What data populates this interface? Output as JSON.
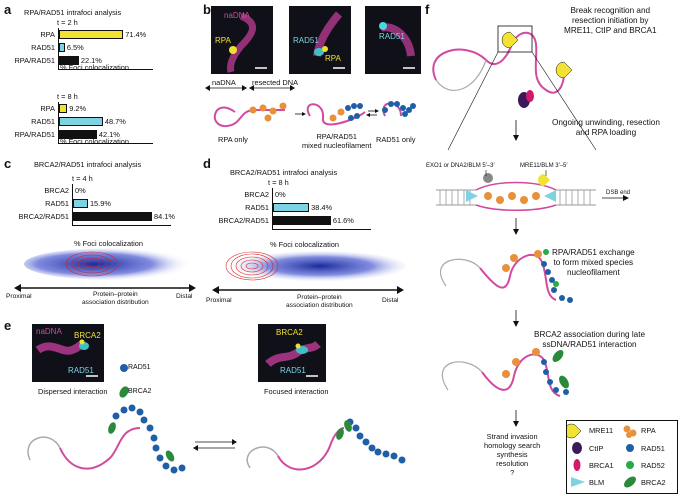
{
  "panels": {
    "a": "a",
    "b": "b",
    "c": "c",
    "d": "d",
    "e": "e",
    "f": "f"
  },
  "colors": {
    "yellow": "#f2e234",
    "cyan": "#7ed3e2",
    "black": "#111111",
    "magenta": "#d24aa0",
    "orange": "#e8903a",
    "blue": "#1f5fa8",
    "green": "#2a8a3a"
  },
  "panel_a": {
    "title": "RPA/RAD51 intrafoci analysis",
    "xlabel": "% Foci colocalization",
    "chart_data": [
      {
        "type": "bar",
        "title": "RPA/RAD51 intrafoci analysis",
        "time": "t = 2 h",
        "categories": [
          "RPA",
          "RAD51",
          "RPA/RAD51"
        ],
        "values": [
          71.4,
          6.5,
          22.1
        ],
        "labels": [
          "71.4%",
          "6.5%",
          "22.1%"
        ],
        "xlabel": "% Foci colocalization",
        "xlim": [
          0,
          100
        ]
      },
      {
        "type": "bar",
        "time": "t = 8 h",
        "categories": [
          "RPA",
          "RAD51",
          "RPA/RAD51"
        ],
        "values": [
          9.2,
          48.7,
          42.1
        ],
        "labels": [
          "9.2%",
          "48.7%",
          "42.1%"
        ],
        "xlabel": "% Foci colocalization",
        "xlim": [
          0,
          100
        ]
      }
    ]
  },
  "panel_b": {
    "img1_labels": [
      "naDNA",
      "RPA"
    ],
    "img2_labels": [
      "RAD51",
      "RPA"
    ],
    "img3_labels": [
      "RAD51"
    ],
    "naDNA": "naDNA",
    "resected": "resected DNA",
    "states": [
      "RPA only",
      "RPA/RAD51\nmixed nucleofilament",
      "RAD51 only"
    ]
  },
  "panel_c": {
    "title": "BRCA2/RAD51 intrafoci analysis",
    "xlabel": "% Foci colocalization",
    "chart_data": {
      "type": "bar",
      "time": "t = 4 h",
      "categories": [
        "BRCA2",
        "RAD51",
        "BRCA2/RAD51"
      ],
      "values": [
        0,
        15.9,
        84.1
      ],
      "labels": [
        "0%",
        "15.9%",
        "84.1%"
      ],
      "xlabel": "% Foci colocalization",
      "xlim": [
        0,
        100
      ]
    },
    "dist": {
      "proximal": "Proximal",
      "distal": "Distal",
      "caption": "Protein–protein\nassociation distribution"
    }
  },
  "panel_d": {
    "title": "BRCA2/RAD51 intrafoci analysis",
    "xlabel": "% Foci colocalization",
    "chart_data": {
      "type": "bar",
      "time": "t = 8 h",
      "categories": [
        "BRCA2",
        "RAD51",
        "BRCA2/RAD51"
      ],
      "values": [
        0,
        38.4,
        61.6
      ],
      "labels": [
        "0%",
        "38.4%",
        "61.6%"
      ],
      "xlabel": "% Foci colocalization",
      "xlim": [
        0,
        100
      ]
    },
    "dist": {
      "proximal": "Proximal",
      "distal": "Distal",
      "caption": "Protein–protein\nassociation distribution"
    }
  },
  "panel_e": {
    "img1_labels": [
      "naDNA",
      "BRCA2",
      "RAD51"
    ],
    "img2_labels": [
      "BRCA2",
      "RAD51"
    ],
    "caption1": "Dispersed interaction",
    "caption2": "Focused interaction",
    "legend": [
      "RAD51",
      "BRCA2"
    ]
  },
  "panel_f": {
    "step1": "Break recognition and\nresection initiation by\nMRE11, CtIP and BRCA1",
    "step2": "Ongoing unwinding, resection\nand RPA loading",
    "exo": "EXO1 or DNA2/BLM 5′–3′",
    "mre": "MRE11/BLM 3′–5′",
    "dsb": "DSB end",
    "step3": "RPA/RAD51 exchange\nto form mixed species\nnucleofilament",
    "step4": "BRCA2 association during late\nssDNA/RAD51 interaction",
    "step5": "Strand invasion\nhomology search\nsynthesis\nresolution\n?",
    "legend": [
      {
        "name": "MRE11",
        "icon": "pacman-icon"
      },
      {
        "name": "RPA",
        "icon": "rpa-icon"
      },
      {
        "name": "CtIP",
        "icon": "ctip-icon"
      },
      {
        "name": "RAD51",
        "icon": "rad51-icon"
      },
      {
        "name": "BRCA1",
        "icon": "brca1-icon"
      },
      {
        "name": "RAD52",
        "icon": "rad52-icon"
      },
      {
        "name": "BLM",
        "icon": "blm-icon"
      },
      {
        "name": "BRCA2",
        "icon": "brca2-icon"
      }
    ]
  }
}
